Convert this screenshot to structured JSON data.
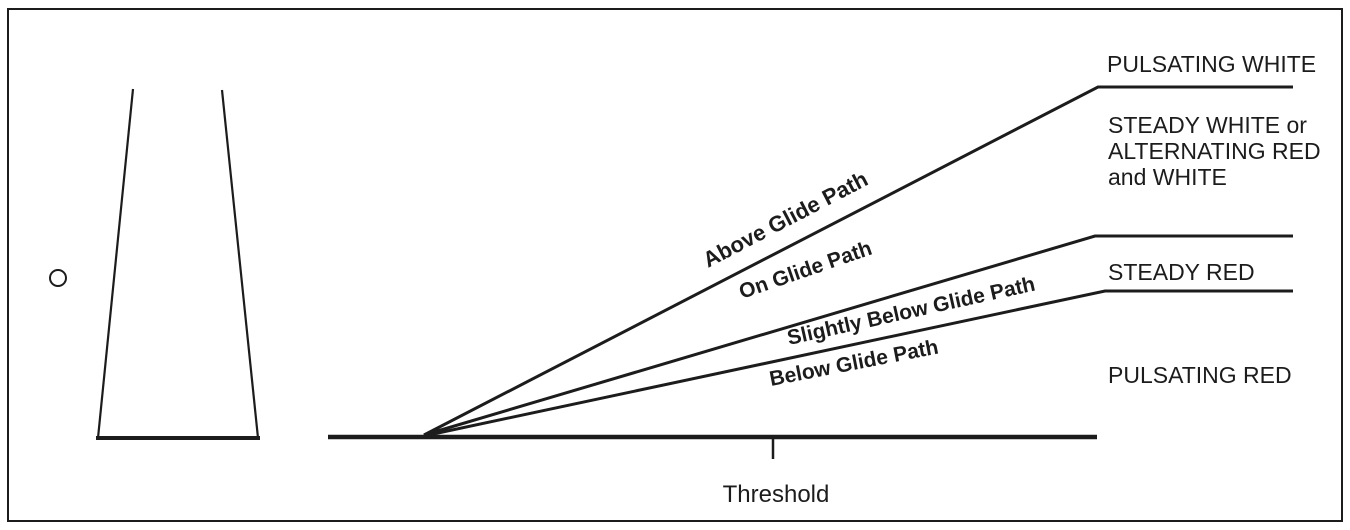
{
  "diagram": {
    "glide_path_regions": {
      "above": "Above Glide Path",
      "on": "On Glide Path",
      "slightly_below": "Slightly Below Glide Path",
      "below": "Below Glide Path"
    },
    "light_indications": {
      "pulsating_white": "PULSATING WHITE",
      "steady_white_line1": "STEADY WHITE or",
      "steady_white_line2": "ALTERNATING RED",
      "steady_white_line3": "and WHITE",
      "steady_red": "STEADY RED",
      "pulsating_red": "PULSATING RED"
    },
    "threshold_label": "Threshold",
    "colors": {
      "ink": "#1c1c1c",
      "background": "#ffffff"
    }
  }
}
